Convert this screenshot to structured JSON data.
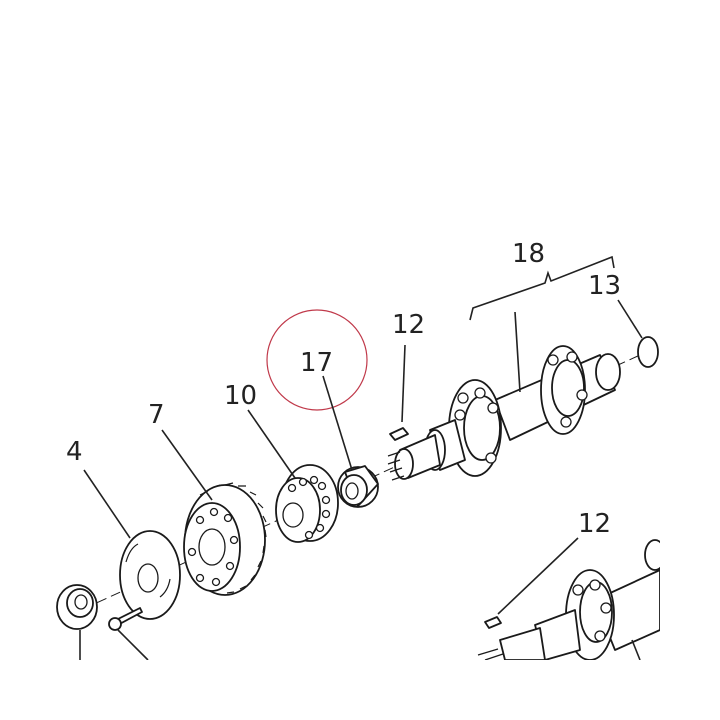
{
  "callouts": {
    "c4": "4",
    "c7": "7",
    "c10": "10",
    "c17": "17",
    "c12a": "12",
    "c18": "18",
    "c13": "13",
    "c12b": "12"
  },
  "colors": {
    "highlight_circle": "#c0394a",
    "bearing_fill": "#8c8c8c",
    "line": "#1a1a1a"
  }
}
